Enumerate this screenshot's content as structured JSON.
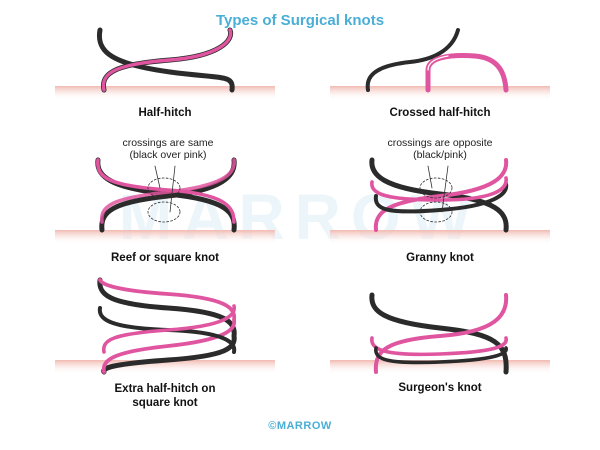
{
  "title": "Types of Surgical knots",
  "colors": {
    "title": "#4aaed6",
    "pink_strand": "#e0559f",
    "black_strand": "#2b2b2b",
    "tissue": "#f6cfc8"
  },
  "knots": [
    {
      "id": "half-hitch",
      "label": "Half-hitch"
    },
    {
      "id": "crossed-half-hitch",
      "label": "Crossed half-hitch"
    },
    {
      "id": "reef-knot",
      "label": "Reef or square knot",
      "note": "crossings are same\n(black over pink)"
    },
    {
      "id": "granny-knot",
      "label": "Granny knot",
      "note": "crossings are opposite\n(black/pink)"
    },
    {
      "id": "extra-half-hitch",
      "label": "Extra half-hitch on\nsquare knot"
    },
    {
      "id": "surgeons-knot",
      "label": "Surgeon's knot"
    }
  ],
  "watermark": "MARROW",
  "footer": "©MARROW"
}
